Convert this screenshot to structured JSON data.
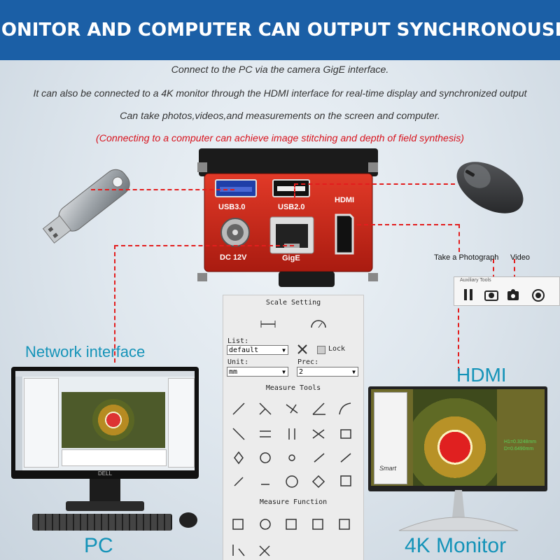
{
  "banner": {
    "title": "MONITOR AND COMPUTER CAN OUTPUT SYNCHRONOUSLY"
  },
  "intro": [
    "Connect to the PC via the camera GigE interface.",
    "It can also be connected to a 4K monitor through the HDMI interface for real-time display and synchronized output",
    "Can take photos,videos,and measurements on the screen and computer.",
    "(Connecting to a computer can achieve image stitching and depth of field synthesis)"
  ],
  "camera": {
    "ports": {
      "usb3": "USB3.0",
      "usb2": "USB2.0",
      "hdmi": "HDMI",
      "dc": "DC 12V",
      "gige": "GigE"
    }
  },
  "labels": {
    "network": "Network interface",
    "hdmi": "HDMI",
    "pc": "PC",
    "monitor": "4K Monitor",
    "brand": "DELL"
  },
  "aux": {
    "photo": "Take a Photograph",
    "video": "Video",
    "title": "Auxiliary Tools"
  },
  "scale_panel": {
    "title": "Scale Setting",
    "list_label": "List:",
    "list_value": "default",
    "unit_label": "Unit:",
    "unit_value": "mm",
    "prec_label": "Prec:",
    "prec_value": "2",
    "lock_label": "Lock",
    "measure_tools": "Measure Tools",
    "measure_function": "Measure Function"
  },
  "overlay": {
    "line1": "H1=0.3248mm",
    "line2": "D=0.6490mm"
  },
  "monitor_brand": "Smart"
}
